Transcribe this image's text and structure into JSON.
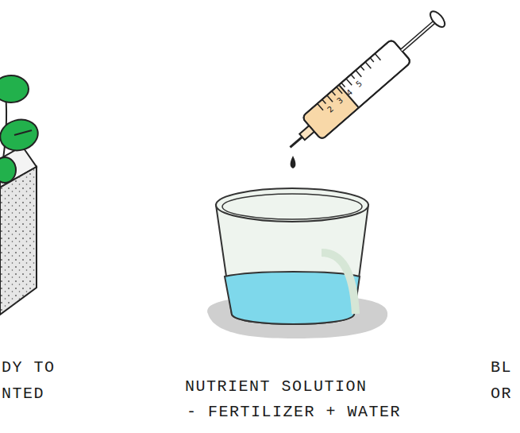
{
  "diagram": {
    "labels": [
      "DY TO",
      "NTED",
      "NUTRIENT SOLUTION",
      "- FERTILIZER + WATER",
      "BL",
      "OR",
      "2",
      "3",
      "4",
      "5"
    ]
  }
}
